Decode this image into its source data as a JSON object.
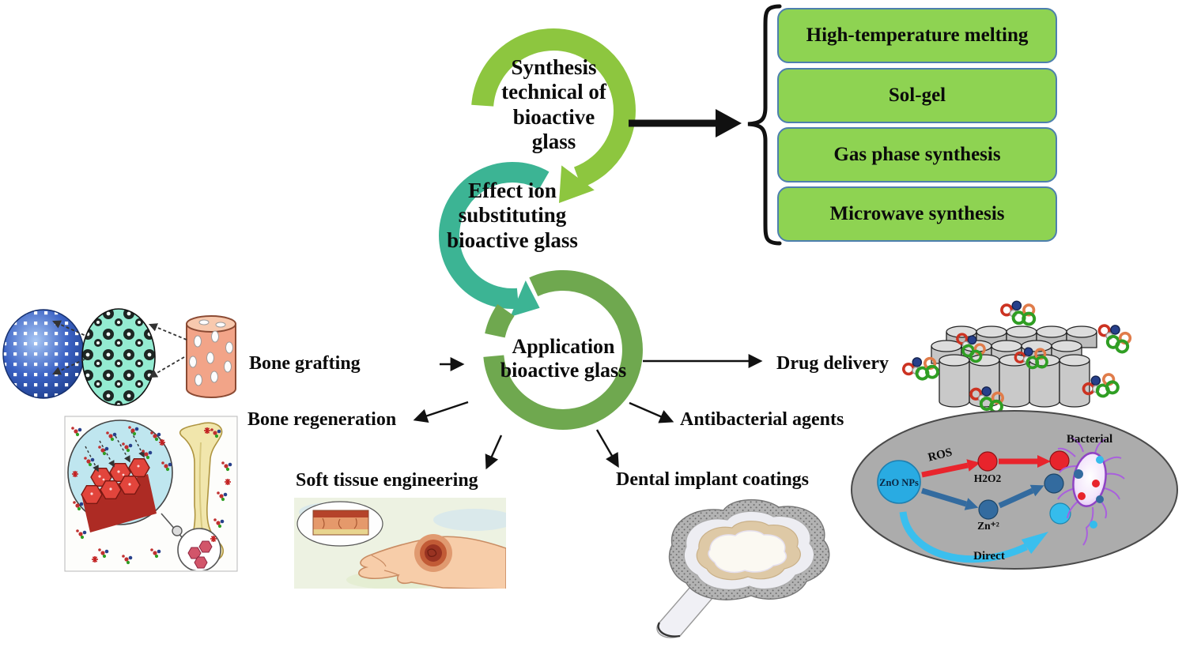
{
  "figure": {
    "cycle_steps": [
      {
        "label": "Synthesis technical of bioactive glass"
      },
      {
        "label": "Effect ion substituting bioactive glass"
      },
      {
        "label": "Application bioactive glass"
      }
    ],
    "synthesis_methods": [
      {
        "label": "High-temperature melting"
      },
      {
        "label": "Sol-gel"
      },
      {
        "label": "Gas phase synthesis"
      },
      {
        "label": "Microwave synthesis"
      }
    ],
    "applications": {
      "bone_grafting": "Bone grafting",
      "bone_regeneration": "Bone regeneration",
      "soft_tissue": "Soft tissue engineering",
      "dental": "Dental implant coatings",
      "antibacterial": "Antibacterial agents",
      "drug_delivery": "Drug delivery"
    },
    "antibacterial_mechanism": {
      "nanoparticle": "ZnO NPs",
      "ros": "ROS",
      "h2o2": "H2O2",
      "zn_ion": "Zn⁺²",
      "direct": "Direct",
      "bacterial": "Bacterial"
    },
    "colors": {
      "synthesis_ring": "#8DC63F",
      "ion_ring": "#3CB494",
      "application_ring": "#6FA84F",
      "method_box_fill": "#8ED352",
      "method_box_border": "#4D7FAE",
      "red": "#E8242C",
      "steel_blue": "#336B9F",
      "light_blue": "#35BCEC",
      "zno_blue": "#29ABE2",
      "mechanism_bg": "#ACACAC"
    }
  }
}
